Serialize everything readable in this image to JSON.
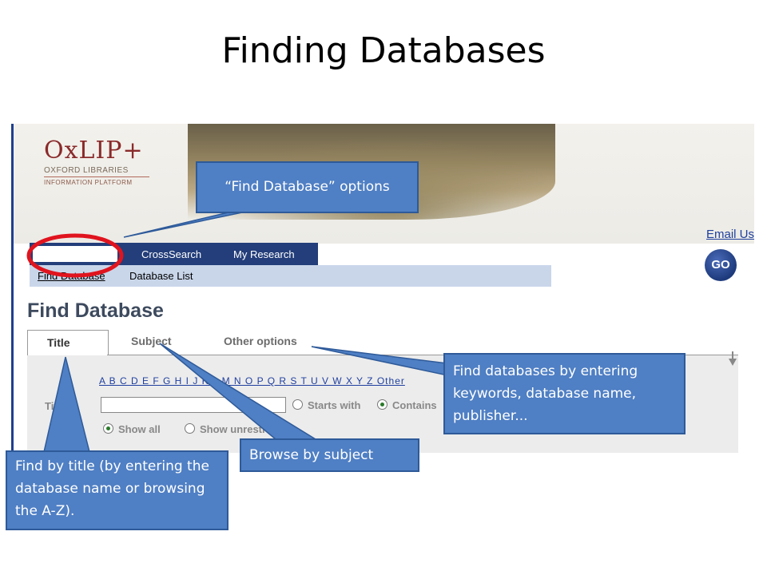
{
  "slide": {
    "title": "Finding Databases"
  },
  "logo": {
    "main": "OxLIP+",
    "line1": "OXFORD LIBRARIES",
    "line2": "INFORMATION PLATFORM"
  },
  "header": {
    "email_link": "Email Us"
  },
  "nav": {
    "top": [
      "Find Database",
      "CrossSearch",
      "My Research"
    ],
    "sub": [
      "Find Database",
      "Database List"
    ]
  },
  "page": {
    "heading": "Find Database",
    "tabs": [
      "Title",
      "Subject",
      "Other options"
    ],
    "az": "A B C D E F G H I J K L M N O P Q R S T U V W X Y Z Other",
    "title_label": "Title",
    "title_value": "",
    "radios": {
      "starts_with": "Starts with",
      "contains": "Contains",
      "show_all": "Show all",
      "show_unrestricted": "Show unrestricted"
    },
    "go": "GO"
  },
  "callouts": {
    "find_database": "“Find Database” options",
    "other_options": "Find databases by entering keywords, database name, publisher...",
    "subject": "Browse by subject",
    "title": "Find by title (by entering the database name or browsing the A-Z)."
  },
  "colors": {
    "callout": "#4f7fc4",
    "nav": "#233e7a",
    "highlight": "#e0141e"
  }
}
